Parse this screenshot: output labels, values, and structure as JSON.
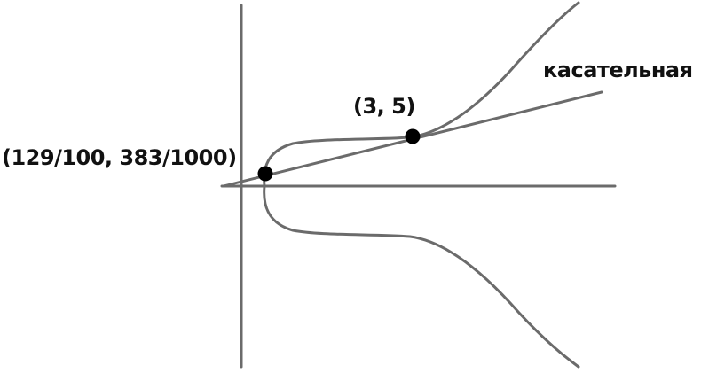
{
  "labels": {
    "tangent": "касательная",
    "point_1": "(129/100, 383/1000)",
    "point_2": "(3, 5)"
  },
  "colors": {
    "lines": "#6b6b6b",
    "points": "#000000",
    "text": "#111111",
    "background": "#ffffff"
  }
}
